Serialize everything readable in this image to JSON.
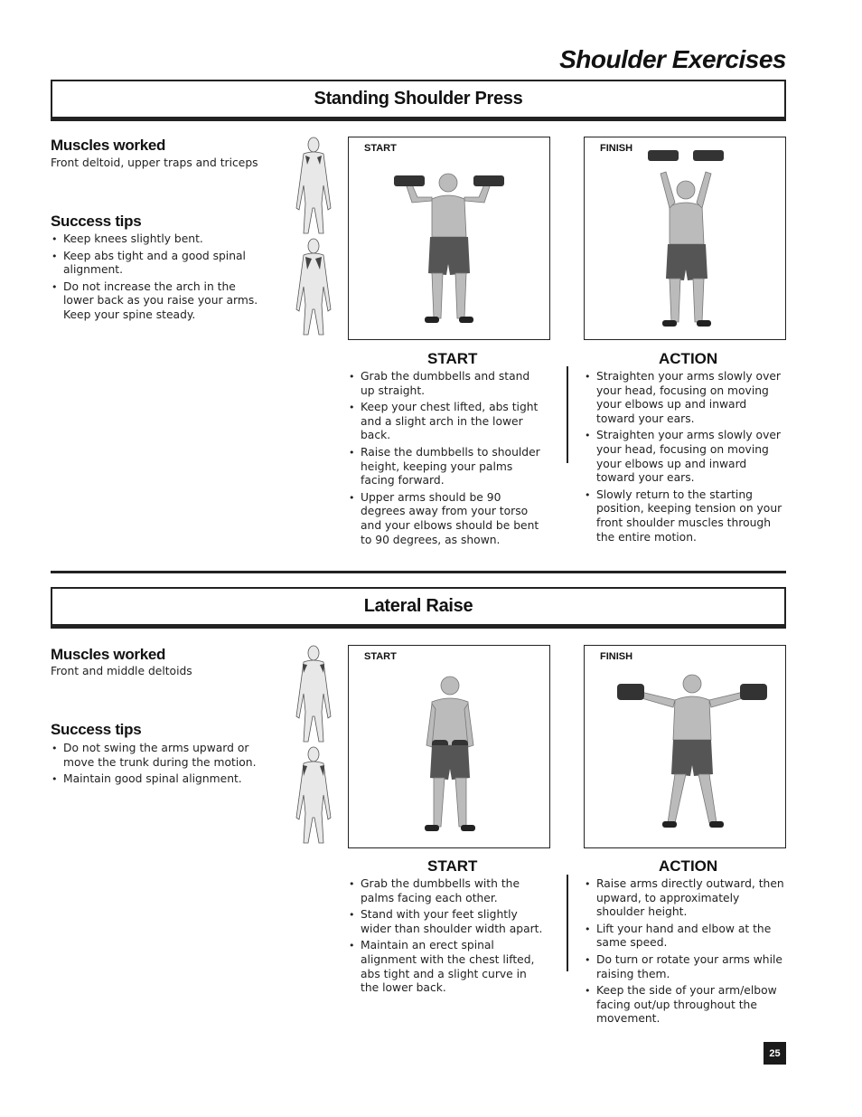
{
  "page": {
    "title": "Shoulder Exercises",
    "number": "25"
  },
  "exercises": [
    {
      "title": "Standing Shoulder Press",
      "muscles_heading": "Muscles worked",
      "muscles": "Front deltoid, upper traps and triceps",
      "tips_heading": "Success tips",
      "tips": [
        "Keep knees slightly bent.",
        "Keep abs tight and a good spinal alignment.",
        "Do not increase the arch in the lower back as you raise your arms. Keep your spine steady."
      ],
      "photo_start_label": "START",
      "photo_finish_label": "FINISH",
      "start_heading": "START",
      "start_steps": [
        "Grab the dumbbells and stand up straight.",
        "Keep your chest lifted, abs tight and a slight arch in the lower back.",
        "Raise the dumbbells to shoulder height, keeping your palms facing forward.",
        "Upper arms should be 90 degrees away from your torso and your elbows should be bent to 90 degrees, as shown."
      ],
      "action_heading": "ACTION",
      "action_steps": [
        "Straighten your arms slowly over your head, focusing on moving your elbows up and inward toward your ears.",
        "Straighten your arms slowly over your head, focusing on moving your elbows up and inward toward your ears.",
        "Slowly return to the starting position, keeping tension on your front shoulder muscles through the entire motion."
      ]
    },
    {
      "title": "Lateral Raise",
      "muscles_heading": "Muscles worked",
      "muscles": "Front and middle deltoids",
      "tips_heading": "Success tips",
      "tips": [
        "Do not swing the arms upward or move the trunk during the motion.",
        "Maintain good spinal alignment."
      ],
      "photo_start_label": "START",
      "photo_finish_label": "FINISH",
      "start_heading": "START",
      "start_steps": [
        "Grab the dumbbells with the palms facing each other.",
        "Stand with your feet slightly wider than shoulder width apart.",
        "Maintain an erect spinal alignment with the chest lifted, abs tight and a slight curve in the lower back."
      ],
      "action_heading": "ACTION",
      "action_steps": [
        "Raise arms directly outward, then upward, to approximately shoulder height.",
        "Lift your hand and elbow at the same speed.",
        "Do turn or rotate your arms while raising them.",
        "Keep the side of your arm/elbow facing out/up throughout the movement."
      ]
    }
  ]
}
